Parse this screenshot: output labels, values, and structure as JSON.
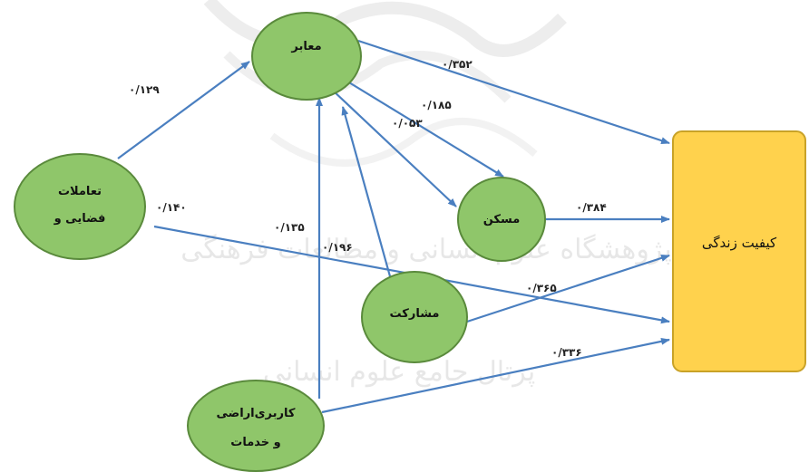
{
  "colors": {
    "node_fill": "#8fc66a",
    "node_stroke": "#5a8a3c",
    "outcome_fill": "#ffd24d",
    "outcome_stroke": "#c9a227",
    "arrow": "#4a7fc0"
  },
  "nodes": {
    "maaber": "معابر",
    "maskan": "مسکن",
    "tamolat_line1": "تعاملات",
    "tamolat_line2": "فضایی و",
    "mosharekat": "مشارکت",
    "karbari_line1": "کاربری‌اراضی",
    "karbari_line2": "و خدمات",
    "quality_of_life": "کیفیت زندگی"
  },
  "coefficients": {
    "tamolat_to_maaber": "۰/۱۲۹",
    "maaber_to_qol": "۰/۳۵۲",
    "maaber_to_maskan": "۰/۱۸۵",
    "c_053": "۰/۰۵۳",
    "tamolat_to_qol": "۰/۱۴۰",
    "karbari_to_maaber": "۰/۱۳۵",
    "mosharekat_to_maaber": "۰/۱۹۶",
    "maskan_to_qol": "۰/۳۸۴",
    "mosharekat_to_qol": "۰/۳۶۵",
    "karbari_to_qol": "۰/۳۳۶"
  },
  "watermark": {
    "line1": "پژوهشگاه علوم انسانی و مطالعات فرهنگی",
    "line2": "پرتال جامع علوم انسانی"
  }
}
